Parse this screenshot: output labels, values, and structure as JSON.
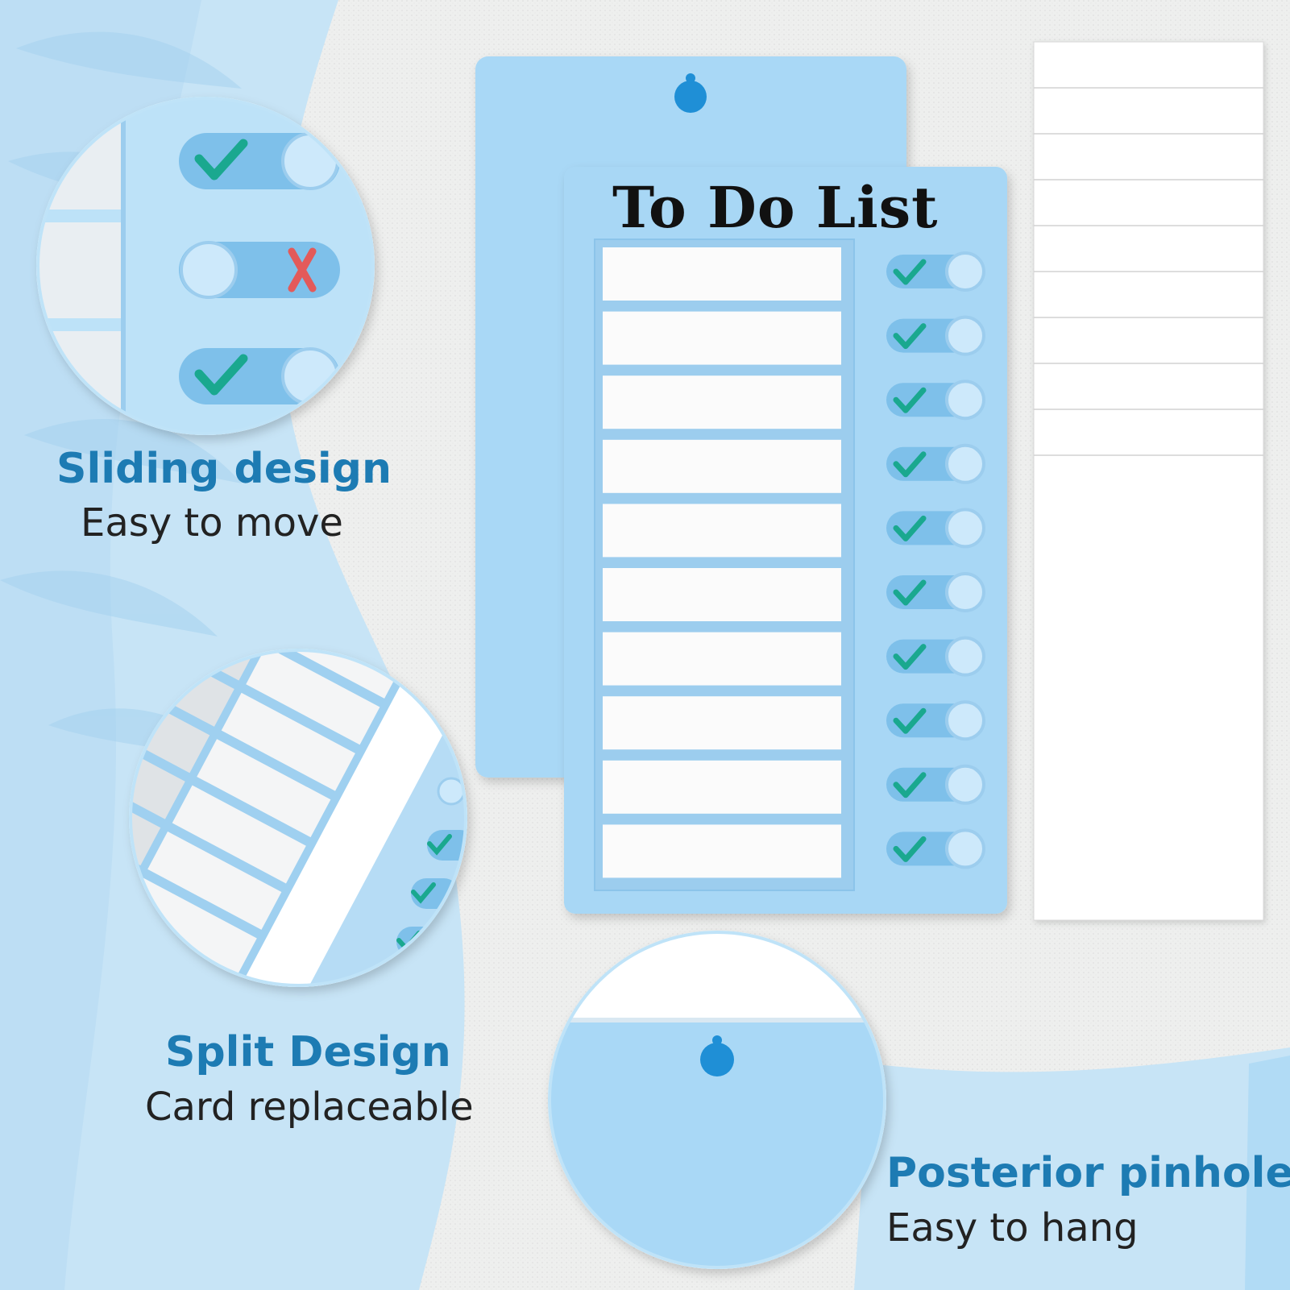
{
  "board": {
    "title": "To Do List",
    "color": "#a8d7f5",
    "row_count": 10,
    "check_color": "#1aa88f",
    "cross_color": "#e35a5a"
  },
  "features": [
    {
      "title": "Sliding design",
      "subtitle": "Easy to move",
      "icon": "slider-closeup-icon"
    },
    {
      "title": "Split Design",
      "subtitle": "Card replaceable",
      "icon": "split-frame-closeup-icon"
    },
    {
      "title": "Posterior pinhole",
      "subtitle": "Easy to hang",
      "icon": "pinhole-closeup-icon"
    }
  ],
  "colors": {
    "accent": "#1d7bb3",
    "background": "#f1f2f1",
    "light_blue": "#bfe3f8"
  },
  "cards": {
    "count": 10
  }
}
